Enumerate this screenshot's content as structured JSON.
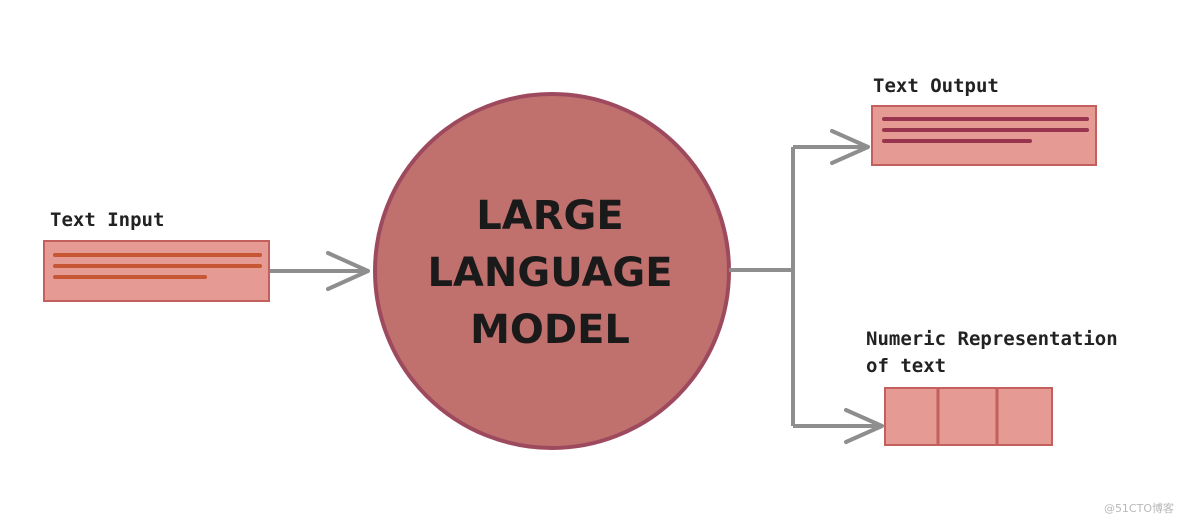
{
  "labels": {
    "text_input": "Text Input",
    "text_output": "Text Output",
    "numeric_line1": "Numeric Representation",
    "numeric_line2": "of text"
  },
  "model": {
    "line1": "LARGE",
    "line2": "LANGUAGE",
    "line3": "MODEL"
  },
  "watermark": "@51CTO博客",
  "colors": {
    "circle_fill": "#c0706d",
    "circle_stroke": "#9e4a5e",
    "box_fill": "#e59a93",
    "box_stroke": "#c3605e",
    "input_lines": "#c65634",
    "output_lines": "#98344e",
    "arrow": "#8e8e8e"
  }
}
